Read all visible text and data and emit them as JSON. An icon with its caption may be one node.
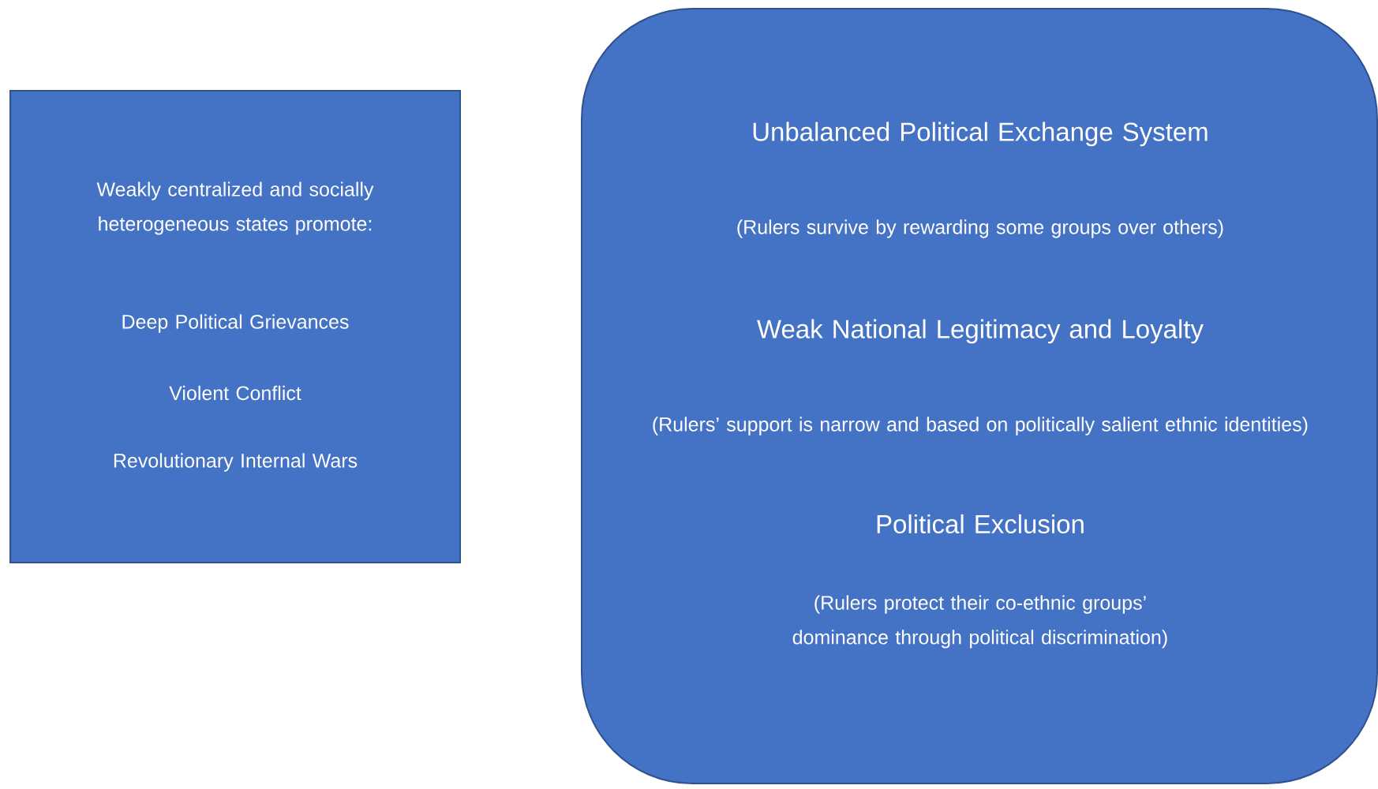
{
  "diagram": {
    "nodes": [
      {
        "text": [
          "Weakly centralized and socially heterogeneous states promote:",
          "Deep Political Grievances",
          "Violent Conflict",
          "Revolutionary Internal Wars"
        ]
      },
      {
        "text": [
          "Unbalanced Political Exchange System",
          "(Rulers survive by rewarding some groups over others)",
          "Weak National Legitimacy and Loyalty",
          "(Rulers’ support is narrow and based on politically salient ethnic identities)",
          "Political Exclusion",
          "(Rulers protect their co-ethnic groups’ dominance through political discrimination)"
        ]
      }
    ]
  }
}
